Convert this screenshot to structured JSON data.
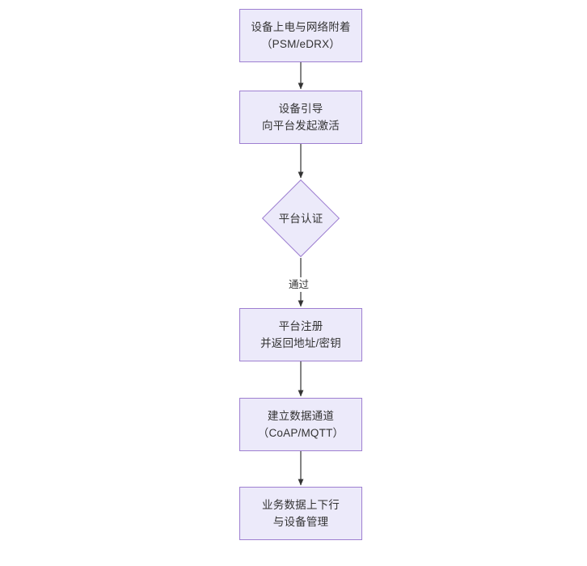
{
  "diagram": {
    "type": "flowchart",
    "orientation": "top-to-bottom",
    "background_color": "#ffffff",
    "node_fill_color": "#ECEAFA",
    "node_border_color": "#9E7FD1",
    "text_color": "#333333",
    "edge_color": "#333333",
    "nodes": [
      {
        "id": "power-on",
        "shape": "rectangle",
        "lines": [
          "设备上电与网络附着",
          "（PSM/eDRX）"
        ]
      },
      {
        "id": "bootstrap",
        "shape": "rectangle",
        "lines": [
          "设备引导",
          "向平台发起激活"
        ]
      },
      {
        "id": "platform-auth",
        "shape": "diamond",
        "lines": [
          "平台认证"
        ]
      },
      {
        "id": "platform-register",
        "shape": "rectangle",
        "lines": [
          "平台注册",
          "并返回地址/密钥"
        ]
      },
      {
        "id": "data-channel",
        "shape": "rectangle",
        "lines": [
          "建立数据通道",
          "（CoAP/MQTT）"
        ]
      },
      {
        "id": "business-data",
        "shape": "rectangle",
        "lines": [
          "业务数据上下行",
          "与设备管理"
        ]
      }
    ],
    "edges": [
      {
        "id": "e1",
        "from": "power-on",
        "to": "bootstrap",
        "label": ""
      },
      {
        "id": "e2",
        "from": "bootstrap",
        "to": "platform-auth",
        "label": ""
      },
      {
        "id": "e3",
        "from": "platform-auth",
        "to": "platform-register",
        "label": "通过"
      },
      {
        "id": "e4",
        "from": "platform-register",
        "to": "data-channel",
        "label": ""
      },
      {
        "id": "e5",
        "from": "data-channel",
        "to": "business-data",
        "label": ""
      }
    ]
  }
}
